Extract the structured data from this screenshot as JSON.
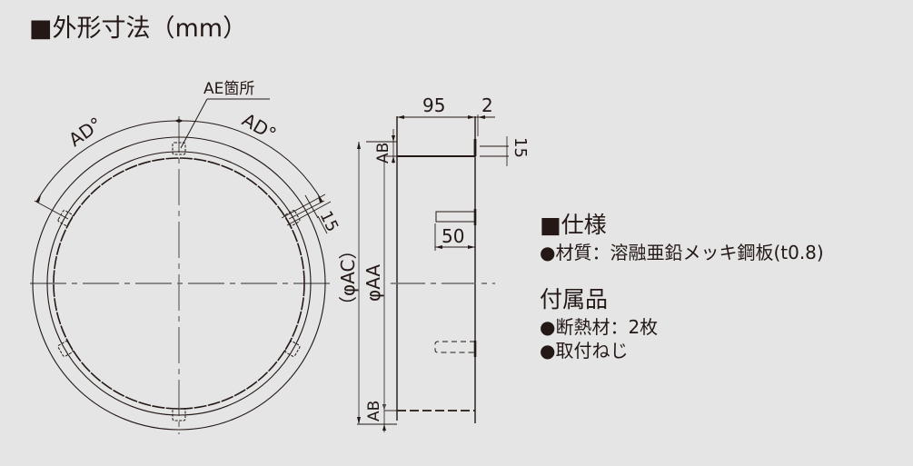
{
  "title": "■外形寸法（mm）",
  "drawing": {
    "front_view": {
      "labels": {
        "ae_count": "AE箇所",
        "angle_left": "AD°",
        "angle_right": "AD°",
        "tab_width": "15"
      }
    },
    "side_view": {
      "labels": {
        "depth": "95",
        "flange_thickness": "2",
        "flange_height": "15",
        "tab_offset": "50",
        "top_margin": "AB",
        "bottom_margin": "AB",
        "outer_diameter": "（φAC）",
        "inner_diameter": "φAA"
      }
    }
  },
  "spec": {
    "heading": "■仕様",
    "items": [
      "●材質：溶融亜鉛メッキ鋼板(t0.8)"
    ]
  },
  "accessories": {
    "heading": "付属品",
    "items": [
      "●断熱材：2枚",
      "●取付ねじ"
    ]
  },
  "colors": {
    "background": "#e5e5e5",
    "ink": "#231815",
    "center_line": "#6b6b6b"
  }
}
